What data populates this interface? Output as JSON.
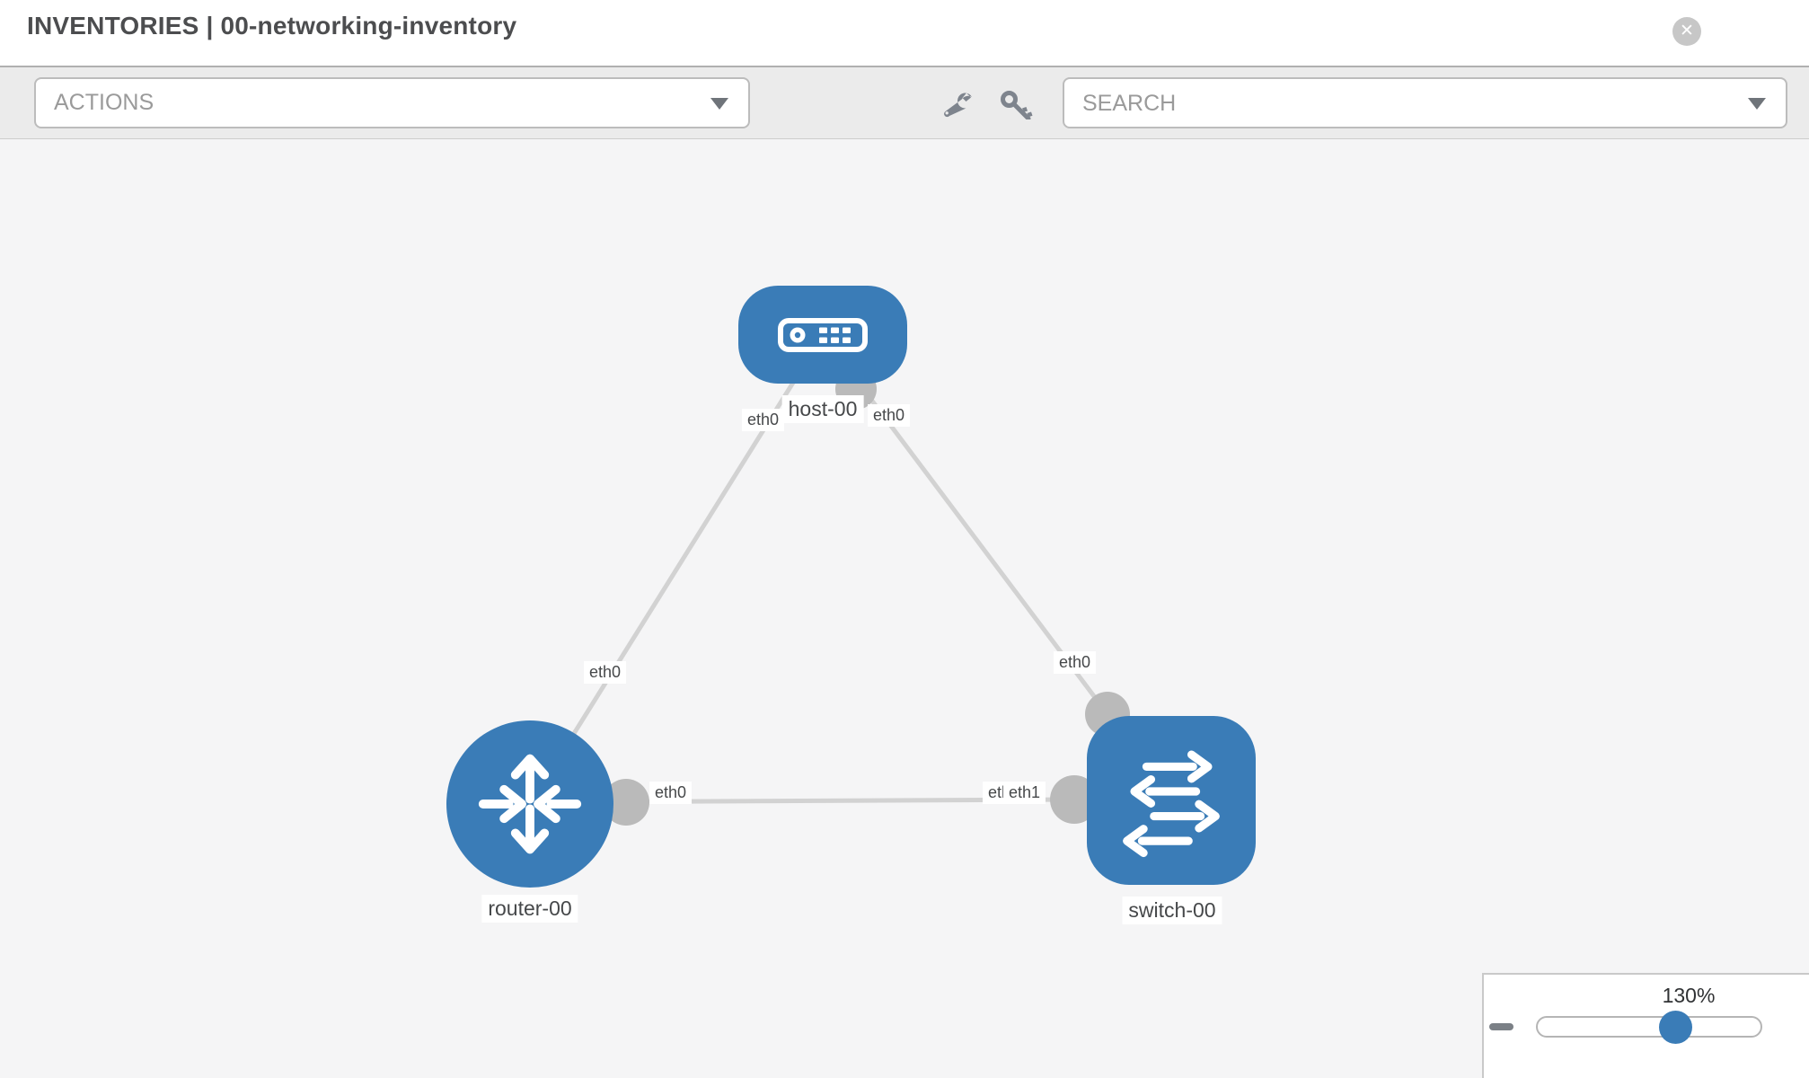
{
  "header": {
    "title": "INVENTORIES | 00-networking-inventory",
    "close_glyph": "✕"
  },
  "toolbar": {
    "actions_label": "ACTIONS",
    "search_placeholder": "SEARCH",
    "icons": [
      "wrench-icon",
      "key-icon"
    ]
  },
  "topology": {
    "nodes": [
      {
        "id": "host-00",
        "label": "host-00",
        "type": "host"
      },
      {
        "id": "router-00",
        "label": "router-00",
        "type": "router"
      },
      {
        "id": "switch-00",
        "label": "switch-00",
        "type": "switch"
      }
    ],
    "links": [
      {
        "from": "host-00",
        "to": "router-00",
        "from_interface": "eth0",
        "to_interface": "eth0"
      },
      {
        "from": "host-00",
        "to": "switch-00",
        "from_interface": "eth0",
        "to_interface": "eth0"
      },
      {
        "from": "router-00",
        "to": "switch-00",
        "from_interface": "eth0",
        "to_interface": "eth1",
        "overlapped_label": "eth0"
      }
    ]
  },
  "zoom_control": {
    "level": "130%",
    "minus_glyph": "−",
    "plus_glyph": "+"
  },
  "colors": {
    "node_blue": "#3a7cb7",
    "link_gray": "#d2d2d2",
    "dot_gray": "#bababa",
    "toolbar_bg": "#ebebeb",
    "canvas_bg": "#f5f5f6"
  }
}
